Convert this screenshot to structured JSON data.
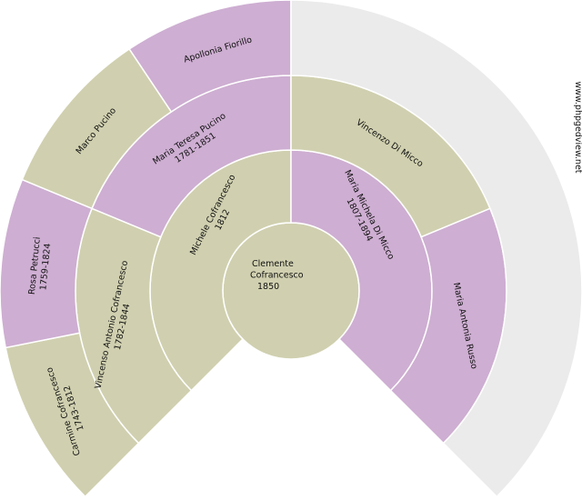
{
  "colors": {
    "male": "#d0d0b0",
    "female": "#ceaed2",
    "empty": "#ebebeb",
    "stroke": "#ffffff"
  },
  "watermark": "www.phpgedview.net",
  "root": {
    "lines": [
      "Clemente",
      "Cofrancesco",
      "1850"
    ]
  },
  "generations": [
    {
      "ring": 1,
      "segments": [
        {
          "id": "father",
          "sex": "male",
          "lines": [
            "Michele Cofrancesco",
            "1812"
          ]
        },
        {
          "id": "mother",
          "sex": "female",
          "lines": [
            "Maria Michela Di Micco",
            "1807-1894"
          ]
        }
      ]
    },
    {
      "ring": 2,
      "segments": [
        {
          "id": "ff",
          "sex": "male",
          "lines": [
            "Vincenso Antonio Cofrancesco",
            "1782-1844"
          ]
        },
        {
          "id": "fm",
          "sex": "female",
          "lines": [
            "Maria Teresa Pucino",
            "1781-1851"
          ]
        },
        {
          "id": "mf",
          "sex": "male",
          "lines": [
            "Vincenzo Di Micco"
          ]
        },
        {
          "id": "mm",
          "sex": "female",
          "lines": [
            "Maria Antonia Russo"
          ]
        }
      ]
    },
    {
      "ring": 3,
      "segments": [
        {
          "id": "fff",
          "sex": "male",
          "lines": [
            "Carmine Cofrancesco",
            "1743-1812"
          ]
        },
        {
          "id": "ffm",
          "sex": "female",
          "lines": [
            "Rosa Petrucci",
            "1759-1824"
          ]
        },
        {
          "id": "fmf",
          "sex": "male",
          "lines": [
            "Marco Pucino"
          ]
        },
        {
          "id": "fmm",
          "sex": "female",
          "lines": [
            "Apollonia Fiorillo"
          ]
        },
        {
          "id": "mfmm",
          "sex": "empty",
          "lines": []
        }
      ]
    }
  ]
}
